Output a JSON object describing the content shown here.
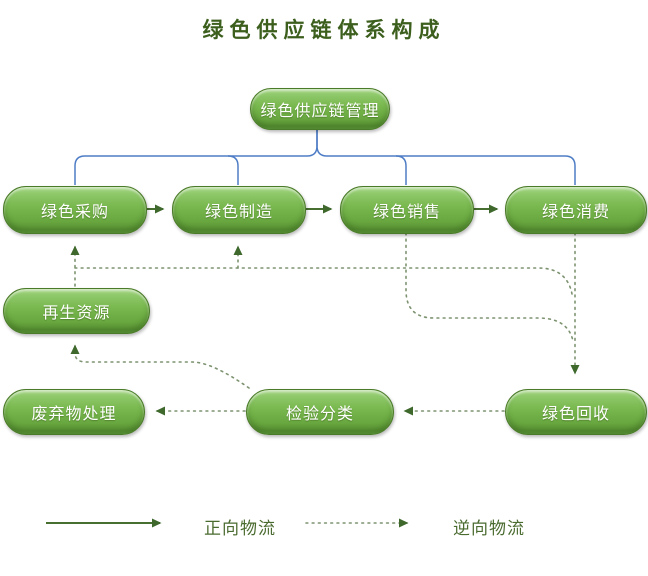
{
  "title": "绿色供应链体系构成",
  "nodes": {
    "management": {
      "label": "绿色供应链管理"
    },
    "procurement": {
      "label": "绿色采购"
    },
    "manufacturing": {
      "label": "绿色制造"
    },
    "sales": {
      "label": "绿色销售"
    },
    "consumption": {
      "label": "绿色消费"
    },
    "renewable": {
      "label": "再生资源"
    },
    "waste": {
      "label": "废弃物处理"
    },
    "inspection": {
      "label": "检验分类"
    },
    "recycle": {
      "label": "绿色回收"
    }
  },
  "legend": {
    "forward_label": "正向物流",
    "reverse_label": "逆向物流"
  },
  "colors": {
    "node_green": "#72b148",
    "node_border": "#4a7b28",
    "arrow_green": "#3e682c",
    "solid_line_green": "#476f30",
    "dotted_green": "#7d9370",
    "hierarchy_blue": "#4e7dc6",
    "title_text": "#3c5f1d",
    "node_text": "#ffffff"
  },
  "edges": [
    {
      "from": "绿色供应链管理",
      "to": "绿色采购",
      "type": "hierarchy"
    },
    {
      "from": "绿色供应链管理",
      "to": "绿色制造",
      "type": "hierarchy"
    },
    {
      "from": "绿色供应链管理",
      "to": "绿色销售",
      "type": "hierarchy"
    },
    {
      "from": "绿色供应链管理",
      "to": "绿色消费",
      "type": "hierarchy"
    },
    {
      "from": "绿色采购",
      "to": "绿色制造",
      "type": "forward"
    },
    {
      "from": "绿色制造",
      "to": "绿色销售",
      "type": "forward"
    },
    {
      "from": "绿色销售",
      "to": "绿色消费",
      "type": "forward"
    },
    {
      "from": "绿色消费",
      "to": "绿色回收",
      "type": "reverse"
    },
    {
      "from": "绿色销售",
      "to": "绿色回收",
      "type": "reverse"
    },
    {
      "from": "绿色回收",
      "to": "绿色制造",
      "type": "reverse"
    },
    {
      "from": "再生资源",
      "to": "绿色采购",
      "type": "reverse"
    },
    {
      "from": "检验分类",
      "to": "再生资源",
      "type": "reverse"
    },
    {
      "from": "绿色回收",
      "to": "检验分类",
      "type": "reverse"
    },
    {
      "from": "检验分类",
      "to": "废弃物处理",
      "type": "reverse"
    }
  ]
}
